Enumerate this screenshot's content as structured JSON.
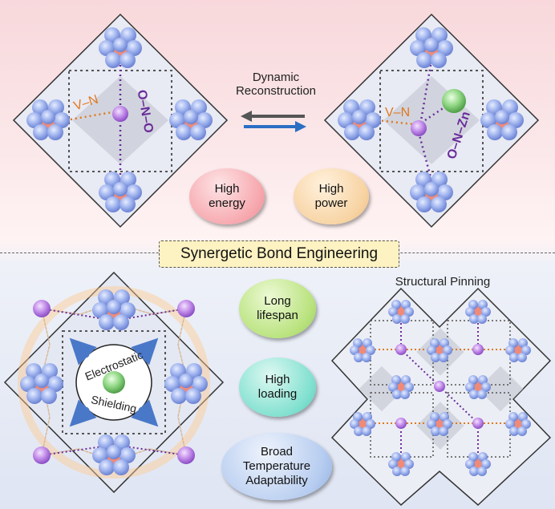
{
  "top": {
    "arrow_label_line1": "Dynamic",
    "arrow_label_line2": "Reconstruction",
    "left_bond_vn": "V–N",
    "left_bond_ono": "O–N–O",
    "right_bond_vn": "V–N",
    "right_bond_onzn": "O–N–Zn",
    "badges": [
      {
        "line1": "High",
        "line2": "energy",
        "color": "#f6a7ad"
      },
      {
        "line1": "High",
        "line2": "power",
        "color": "#f7d3a2"
      }
    ]
  },
  "banner": "Synergetic Bond Engineering",
  "bottom": {
    "shield_label_line1": "Electrostatic",
    "shield_label_line2": "Shielding",
    "pinning_title": "Structural Pinning",
    "badges": [
      {
        "line1": "Long",
        "line2": "lifespan",
        "color": "#b8e27c"
      },
      {
        "line1": "High",
        "line2": "loading",
        "color": "#7fe0cf"
      },
      {
        "line1": "Broad",
        "line2": "Temperature",
        "line3": "Adaptability",
        "color": "#b7cdf0"
      }
    ]
  },
  "colors": {
    "node_blue": "#8fa6e8",
    "node_core": "#f08a78",
    "vanadium_purple": "#b072e0",
    "zinc_green": "#7fcf73",
    "bond_orange": "#e0781c",
    "bond_purple": "#6a2c9a",
    "arrow_dark": "#555555",
    "arrow_blue": "#2a6fc4"
  }
}
